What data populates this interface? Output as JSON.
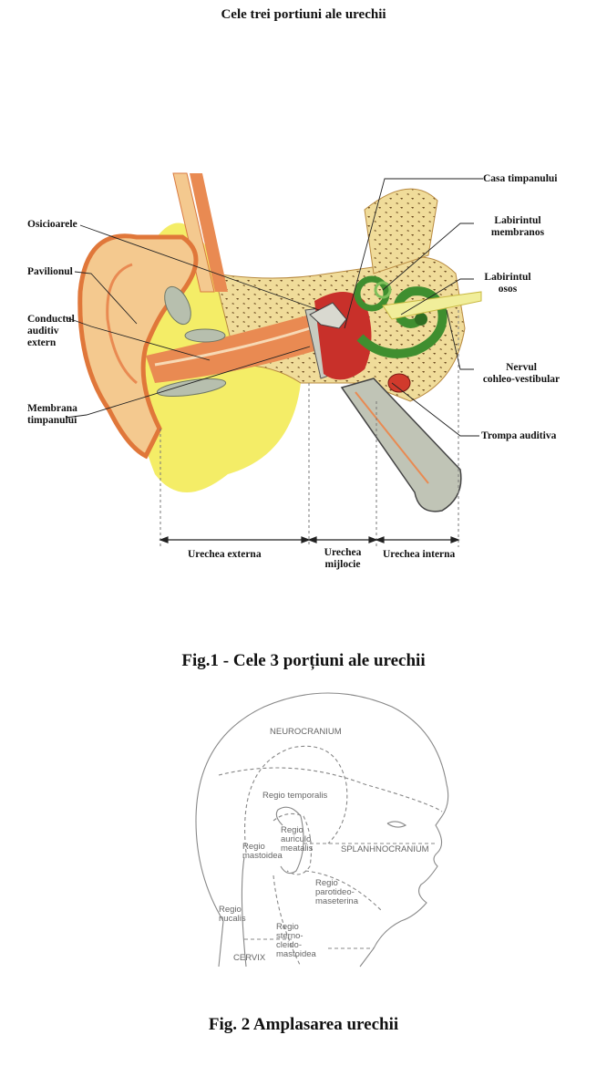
{
  "page_title": "Cele trei portiuni ale urechii",
  "figure1": {
    "caption": "Fig.1 - Cele 3 porțiuni ale urechii",
    "labels": {
      "osicioarele": "Osicioarele",
      "pavilionul": "Pavilionul",
      "conductul": [
        "Conductul",
        "auditiv",
        "extern"
      ],
      "membrana": [
        "Membrana",
        "timpanului"
      ],
      "casa": "Casa timpanului",
      "labirintul_membranos": [
        "Labirintul",
        "membranos"
      ],
      "labirintul_osos": [
        "Labirintul",
        "osos"
      ],
      "nervul": [
        "Nervul",
        "cohleo-vestibular"
      ],
      "trompa": "Trompa auditiva"
    },
    "regions": {
      "externa": "Urechea externa",
      "mijlocie": [
        "Urechea",
        "mijlocie"
      ],
      "interna": "Urechea interna"
    }
  },
  "figure2": {
    "caption": "Fig. 2  Amplasarea urechii",
    "labels": {
      "neurocranium": "NEUROCRANIUM",
      "temporalis": "Regio temporalis",
      "auriculo": [
        "Regio",
        "auriculo",
        "meatalis"
      ],
      "mastoidea": [
        "Regio",
        "mastoidea"
      ],
      "splanhnocranium": "SPLANHNOCRANIUM",
      "parotideo": [
        "Regio",
        "parotideo-",
        "maseterina"
      ],
      "nucalis": [
        "Regio",
        "nucalis"
      ],
      "sterno": [
        "Regio",
        "sterno-",
        "cleido-",
        "mastoidea"
      ],
      "cervix": "CERVIX"
    }
  },
  "colors": {
    "cartilage": "#f4c98f",
    "skin": "#e98a52",
    "fat_yellow": "#f2ea4c",
    "bone": "#f0dc9a",
    "middle_ear_red": "#c8302a",
    "labyrinth_green": "#3f8e2f",
    "nerve_yellow": "#f1ee9a",
    "line_gray": "#999999"
  }
}
